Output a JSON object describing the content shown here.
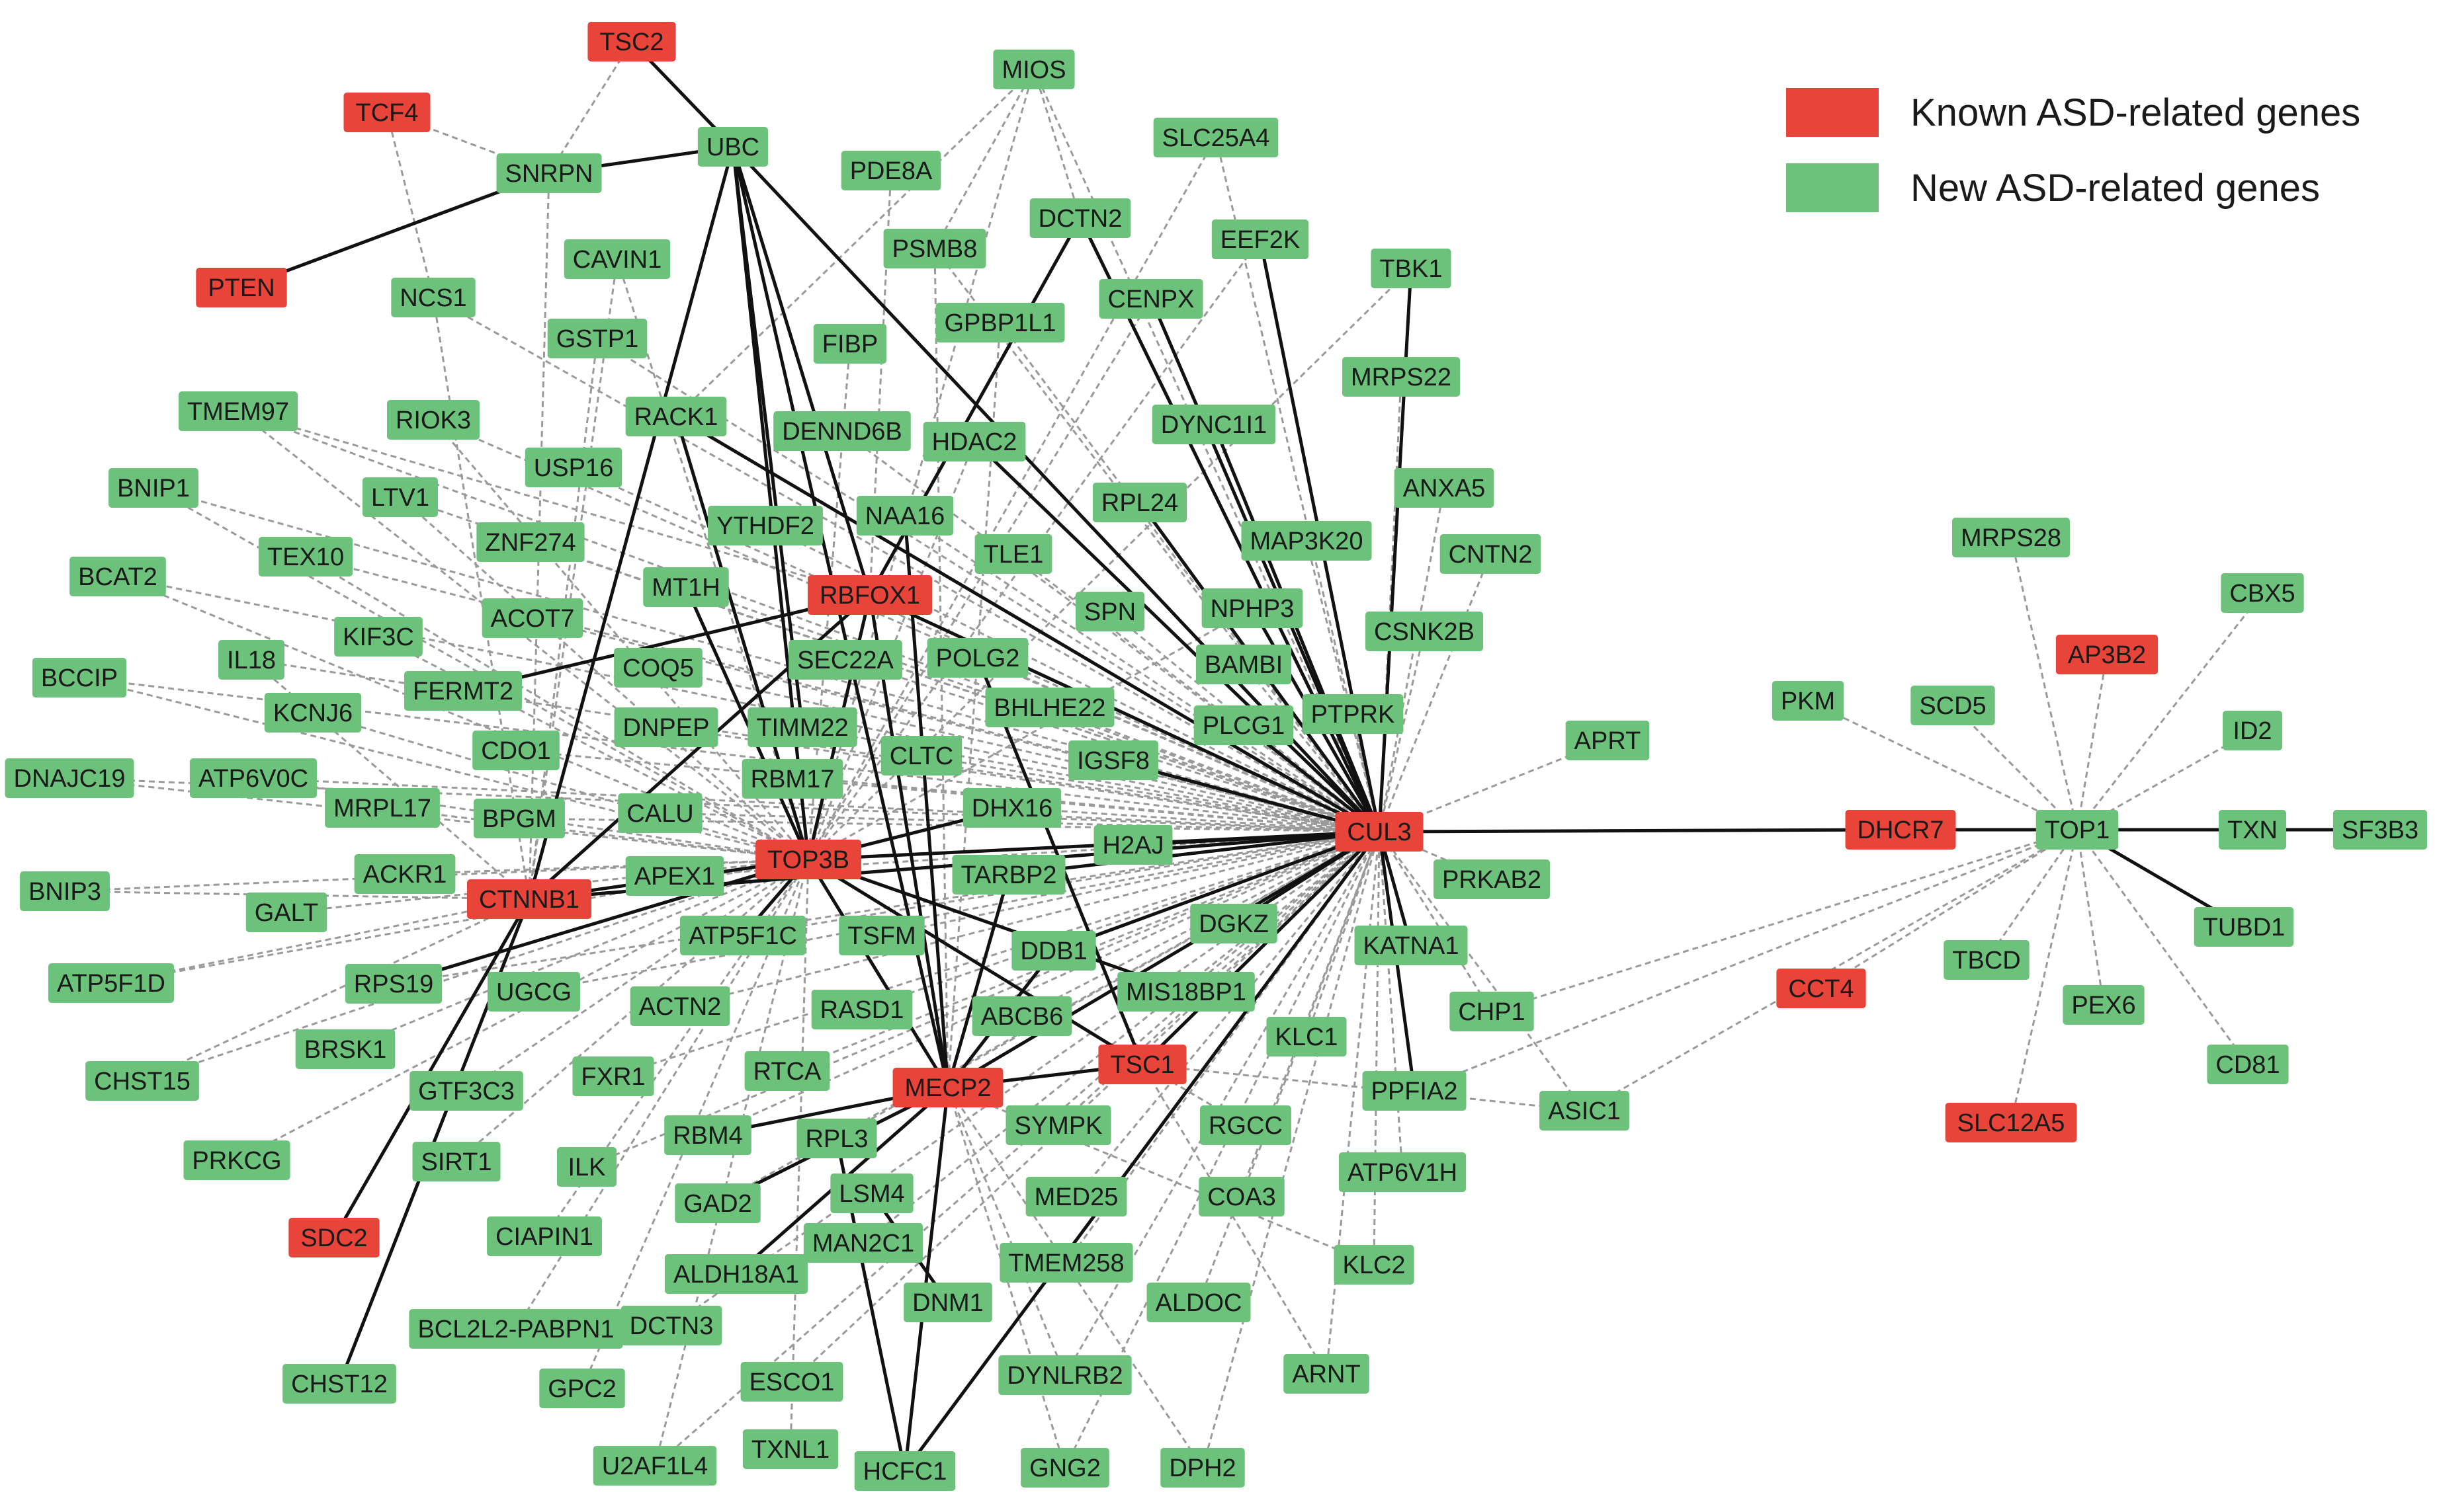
{
  "colors": {
    "known": "#e8443a",
    "new": "#6cc17b",
    "edge_solid": "#111111",
    "edge_dashed": "#9a9a9a"
  },
  "legend": {
    "known": "Known ASD-related genes",
    "new": "New ASD-related genes"
  },
  "nodes": [
    {
      "id": "TSC2",
      "t": "k"
    },
    {
      "id": "TCF4",
      "t": "k"
    },
    {
      "id": "PTEN",
      "t": "k"
    },
    {
      "id": "RBFOX1",
      "t": "k"
    },
    {
      "id": "CTNNB1",
      "t": "k"
    },
    {
      "id": "TOP3B",
      "t": "k"
    },
    {
      "id": "CUL3",
      "t": "k"
    },
    {
      "id": "MECP2",
      "t": "k"
    },
    {
      "id": "TSC1",
      "t": "k"
    },
    {
      "id": "SDC2",
      "t": "k"
    },
    {
      "id": "AP3B2",
      "t": "k"
    },
    {
      "id": "DHCR7",
      "t": "k"
    },
    {
      "id": "CCT4",
      "t": "k"
    },
    {
      "id": "SLC12A5",
      "t": "k"
    },
    {
      "id": "MIOS",
      "t": "n"
    },
    {
      "id": "UBC",
      "t": "n"
    },
    {
      "id": "SNRPN",
      "t": "n"
    },
    {
      "id": "PDE8A",
      "t": "n"
    },
    {
      "id": "SLC25A4",
      "t": "n"
    },
    {
      "id": "DCTN2",
      "t": "n"
    },
    {
      "id": "PSMB8",
      "t": "n"
    },
    {
      "id": "EEF2K",
      "t": "n"
    },
    {
      "id": "CAVIN1",
      "t": "n"
    },
    {
      "id": "NCS1",
      "t": "n"
    },
    {
      "id": "CENPX",
      "t": "n"
    },
    {
      "id": "TBK1",
      "t": "n"
    },
    {
      "id": "GPBP1L1",
      "t": "n"
    },
    {
      "id": "GSTP1",
      "t": "n"
    },
    {
      "id": "FIBP",
      "t": "n"
    },
    {
      "id": "TMEM97",
      "t": "n"
    },
    {
      "id": "MRPS22",
      "t": "n"
    },
    {
      "id": "RIOK3",
      "t": "n"
    },
    {
      "id": "RACK1",
      "t": "n"
    },
    {
      "id": "DENND6B",
      "t": "n"
    },
    {
      "id": "DYNC1I1",
      "t": "n"
    },
    {
      "id": "HDAC2",
      "t": "n"
    },
    {
      "id": "BNIP1",
      "t": "n"
    },
    {
      "id": "USP16",
      "t": "n"
    },
    {
      "id": "ANXA5",
      "t": "n"
    },
    {
      "id": "LTV1",
      "t": "n"
    },
    {
      "id": "RPL24",
      "t": "n"
    },
    {
      "id": "NAA16",
      "t": "n"
    },
    {
      "id": "YTHDF2",
      "t": "n"
    },
    {
      "id": "ZNF274",
      "t": "n"
    },
    {
      "id": "MAP3K20",
      "t": "n"
    },
    {
      "id": "CNTN2",
      "t": "n"
    },
    {
      "id": "TEX10",
      "t": "n"
    },
    {
      "id": "BCAT2",
      "t": "n"
    },
    {
      "id": "TLE1",
      "t": "n"
    },
    {
      "id": "MT1H",
      "t": "n"
    },
    {
      "id": "SPN",
      "t": "n"
    },
    {
      "id": "NPHP3",
      "t": "n"
    },
    {
      "id": "ACOT7",
      "t": "n"
    },
    {
      "id": "KIF3C",
      "t": "n"
    },
    {
      "id": "CSNK2B",
      "t": "n"
    },
    {
      "id": "IL18",
      "t": "n"
    },
    {
      "id": "SEC22A",
      "t": "n"
    },
    {
      "id": "POLG2",
      "t": "n"
    },
    {
      "id": "BAMBI",
      "t": "n"
    },
    {
      "id": "BCCIP",
      "t": "n"
    },
    {
      "id": "COQ5",
      "t": "n"
    },
    {
      "id": "FERMT2",
      "t": "n"
    },
    {
      "id": "KCNJ6",
      "t": "n"
    },
    {
      "id": "BHLHE22",
      "t": "n"
    },
    {
      "id": "PTPRK",
      "t": "n"
    },
    {
      "id": "DNPEP",
      "t": "n"
    },
    {
      "id": "TIMM22",
      "t": "n"
    },
    {
      "id": "PLCG1",
      "t": "n"
    },
    {
      "id": "CDO1",
      "t": "n"
    },
    {
      "id": "CLTC",
      "t": "n"
    },
    {
      "id": "APRT",
      "t": "n"
    },
    {
      "id": "IGSF8",
      "t": "n"
    },
    {
      "id": "DNAJC19",
      "t": "n"
    },
    {
      "id": "ATP6V0C",
      "t": "n"
    },
    {
      "id": "RBM17",
      "t": "n"
    },
    {
      "id": "MRPL17",
      "t": "n"
    },
    {
      "id": "BPGM",
      "t": "n"
    },
    {
      "id": "CALU",
      "t": "n"
    },
    {
      "id": "DHX16",
      "t": "n"
    },
    {
      "id": "H2AJ",
      "t": "n"
    },
    {
      "id": "ACKR1",
      "t": "n"
    },
    {
      "id": "APEX1",
      "t": "n"
    },
    {
      "id": "TARBP2",
      "t": "n"
    },
    {
      "id": "PRKAB2",
      "t": "n"
    },
    {
      "id": "BNIP3",
      "t": "n"
    },
    {
      "id": "GALT",
      "t": "n"
    },
    {
      "id": "ATP5F1C",
      "t": "n"
    },
    {
      "id": "TSFM",
      "t": "n"
    },
    {
      "id": "DGKZ",
      "t": "n"
    },
    {
      "id": "DDB1",
      "t": "n"
    },
    {
      "id": "KATNA1",
      "t": "n"
    },
    {
      "id": "ATP5F1D",
      "t": "n"
    },
    {
      "id": "RPS19",
      "t": "n"
    },
    {
      "id": "UGCG",
      "t": "n"
    },
    {
      "id": "ACTN2",
      "t": "n"
    },
    {
      "id": "MIS18BP1",
      "t": "n"
    },
    {
      "id": "RASD1",
      "t": "n"
    },
    {
      "id": "ABCB6",
      "t": "n"
    },
    {
      "id": "CHP1",
      "t": "n"
    },
    {
      "id": "BRSK1",
      "t": "n"
    },
    {
      "id": "KLC1",
      "t": "n"
    },
    {
      "id": "CHST15",
      "t": "n"
    },
    {
      "id": "FXR1",
      "t": "n"
    },
    {
      "id": "RTCA",
      "t": "n"
    },
    {
      "id": "GTF3C3",
      "t": "n"
    },
    {
      "id": "PPFIA2",
      "t": "n"
    },
    {
      "id": "ASIC1",
      "t": "n"
    },
    {
      "id": "RBM4",
      "t": "n"
    },
    {
      "id": "RPL3",
      "t": "n"
    },
    {
      "id": "SYMPK",
      "t": "n"
    },
    {
      "id": "RGCC",
      "t": "n"
    },
    {
      "id": "PRKCG",
      "t": "n"
    },
    {
      "id": "SIRT1",
      "t": "n"
    },
    {
      "id": "ILK",
      "t": "n"
    },
    {
      "id": "ATP6V1H",
      "t": "n"
    },
    {
      "id": "LSM4",
      "t": "n"
    },
    {
      "id": "GAD2",
      "t": "n"
    },
    {
      "id": "MED25",
      "t": "n"
    },
    {
      "id": "COA3",
      "t": "n"
    },
    {
      "id": "CIAPIN1",
      "t": "n"
    },
    {
      "id": "MAN2C1",
      "t": "n"
    },
    {
      "id": "KLC2",
      "t": "n"
    },
    {
      "id": "ALDH18A1",
      "t": "n"
    },
    {
      "id": "TMEM258",
      "t": "n"
    },
    {
      "id": "ALDOC",
      "t": "n"
    },
    {
      "id": "BCL2L2-PABPN1",
      "t": "n"
    },
    {
      "id": "DCTN3",
      "t": "n"
    },
    {
      "id": "DNM1",
      "t": "n"
    },
    {
      "id": "ARNT",
      "t": "n"
    },
    {
      "id": "CHST12",
      "t": "n"
    },
    {
      "id": "GPC2",
      "t": "n"
    },
    {
      "id": "ESCO1",
      "t": "n"
    },
    {
      "id": "DYNLRB2",
      "t": "n"
    },
    {
      "id": "TXNL1",
      "t": "n"
    },
    {
      "id": "U2AF1L4",
      "t": "n"
    },
    {
      "id": "HCFC1",
      "t": "n"
    },
    {
      "id": "GNG2",
      "t": "n"
    },
    {
      "id": "DPH2",
      "t": "n"
    },
    {
      "id": "MRPS28",
      "t": "n"
    },
    {
      "id": "CBX5",
      "t": "n"
    },
    {
      "id": "PKM",
      "t": "n"
    },
    {
      "id": "SCD5",
      "t": "n"
    },
    {
      "id": "ID2",
      "t": "n"
    },
    {
      "id": "TOP1",
      "t": "n"
    },
    {
      "id": "TXN",
      "t": "n"
    },
    {
      "id": "SF3B3",
      "t": "n"
    },
    {
      "id": "TBCD",
      "t": "n"
    },
    {
      "id": "TUBD1",
      "t": "n"
    },
    {
      "id": "PEX6",
      "t": "n"
    },
    {
      "id": "CD81",
      "t": "n"
    }
  ],
  "solid_edges": [
    [
      "TSC2",
      "UBC"
    ],
    [
      "UBC",
      "SNRPN"
    ],
    [
      "SNRPN",
      "PTEN"
    ],
    [
      "CUL3",
      "DHCR7"
    ],
    [
      "TOP1",
      "TXN"
    ],
    [
      "TXN",
      "SF3B3"
    ],
    [
      "TOP1",
      "TUBD1"
    ],
    [
      "DHCR7",
      "TOP1"
    ],
    [
      "UBC",
      "CTNNB1"
    ],
    [
      "UBC",
      "TOP3B"
    ],
    [
      "UBC",
      "MECP2"
    ],
    [
      "UBC",
      "RBFOX1"
    ],
    [
      "UBC",
      "CUL3"
    ],
    [
      "CTNNB1",
      "SDC2"
    ],
    [
      "CTNNB1",
      "CHST12"
    ],
    [
      "CUL3",
      "MECP2"
    ],
    [
      "CUL3",
      "TOP3B"
    ],
    [
      "CUL3",
      "RBFOX1"
    ],
    [
      "CUL3",
      "TSC1"
    ],
    [
      "CUL3",
      "HCFC1"
    ],
    [
      "CUL3",
      "CTNNB1"
    ],
    [
      "TSC1",
      "MECP2"
    ],
    [
      "TSC1",
      "TOP3B"
    ],
    [
      "RBFOX1",
      "TOP3B"
    ],
    [
      "RBFOX1",
      "MECP2"
    ],
    [
      "TOP3B",
      "MECP2"
    ],
    [
      "MECP2",
      "HCFC1"
    ],
    [
      "MECP2",
      "ALDH18A1"
    ],
    [
      "CUL3",
      "CENPX"
    ],
    [
      "CUL3",
      "EEF2K"
    ],
    [
      "CUL3",
      "DYNC1I1"
    ],
    [
      "CUL3",
      "TBK1"
    ],
    [
      "CUL3",
      "HDAC2"
    ],
    [
      "CUL3",
      "RPL24"
    ],
    [
      "CUL3",
      "DCTN2"
    ],
    [
      "CUL3",
      "KATNA1"
    ],
    [
      "CUL3",
      "PPFIA2"
    ],
    [
      "CUL3",
      "DGKZ"
    ],
    [
      "CUL3",
      "DDB1"
    ],
    [
      "CUL3",
      "PLCG1"
    ],
    [
      "CUL3",
      "TARBP2"
    ],
    [
      "CUL3",
      "H2AJ"
    ],
    [
      "CUL3",
      "IGSF8"
    ],
    [
      "CTNNB1",
      "RBFOX1"
    ],
    [
      "CTNNB1",
      "TOP3B"
    ],
    [
      "RACK1",
      "TOP3B"
    ],
    [
      "RACK1",
      "CUL3"
    ],
    [
      "FERMT2",
      "RBFOX1"
    ],
    [
      "MECP2",
      "TARBP2"
    ],
    [
      "TOP3B",
      "DHX16"
    ],
    [
      "TOP3B",
      "ATP5F1C"
    ],
    [
      "RPS19",
      "TOP3B"
    ],
    [
      "DNM1",
      "LSM4"
    ],
    [
      "HCFC1",
      "RPL3"
    ],
    [
      "TOP3B",
      "MT1H"
    ],
    [
      "NAA16",
      "MECP2"
    ],
    [
      "POLG2",
      "TSC1"
    ],
    [
      "DDB1",
      "MECP2"
    ],
    [
      "MIS18BP1",
      "TOP3B"
    ],
    [
      "CUL3",
      "NPHP3"
    ],
    [
      "UBC",
      "TIMM22"
    ],
    [
      "RBFOX1",
      "DCTN2"
    ],
    [
      "MECP2",
      "RBM4"
    ],
    [
      "MECP2",
      "GAD2"
    ]
  ],
  "dashed_edges": [
    [
      "TSC2",
      "SNRPN"
    ],
    [
      "TCF4",
      "SNRPN"
    ],
    [
      "TCF4",
      "NCS1"
    ],
    [
      "MIOS",
      "DCTN2"
    ],
    [
      "MIOS",
      "CUL3"
    ],
    [
      "MIOS",
      "RACK1"
    ],
    [
      "MIOS",
      "TOP3B"
    ],
    [
      "MIOS",
      "PSMB8"
    ],
    [
      "PDE8A",
      "RBFOX1"
    ],
    [
      "SLC25A4",
      "CUL3"
    ],
    [
      "SLC25A4",
      "TOP3B"
    ],
    [
      "PSMB8",
      "CUL3"
    ],
    [
      "PSMB8",
      "MECP2"
    ],
    [
      "EEF2K",
      "TOP3B"
    ],
    [
      "CAVIN1",
      "CTNNB1"
    ],
    [
      "CAVIN1",
      "TOP3B"
    ],
    [
      "NCS1",
      "CUL3"
    ],
    [
      "NCS1",
      "CTNNB1"
    ],
    [
      "GPBP1L1",
      "CUL3"
    ],
    [
      "GPBP1L1",
      "MECP2"
    ],
    [
      "GSTP1",
      "CTNNB1"
    ],
    [
      "GSTP1",
      "CUL3"
    ],
    [
      "FIBP",
      "TOP3B"
    ],
    [
      "TMEM97",
      "CUL3"
    ],
    [
      "TMEM97",
      "RBFOX1"
    ],
    [
      "TMEM97",
      "TOP3B"
    ],
    [
      "MRPS22",
      "CUL3"
    ],
    [
      "RIOK3",
      "TOP3B"
    ],
    [
      "RIOK3",
      "CUL3"
    ],
    [
      "DENND6B",
      "CUL3"
    ],
    [
      "BNIP1",
      "TOP3B"
    ],
    [
      "BNIP1",
      "CUL3"
    ],
    [
      "USP16",
      "CUL3"
    ],
    [
      "ANXA5",
      "CUL3"
    ],
    [
      "LTV1",
      "TOP3B"
    ],
    [
      "LTV1",
      "CUL3"
    ],
    [
      "NAA16",
      "CUL3"
    ],
    [
      "YTHDF2",
      "CUL3"
    ],
    [
      "ZNF274",
      "CUL3"
    ],
    [
      "MAP3K20",
      "CUL3"
    ],
    [
      "CNTN2",
      "CUL3"
    ],
    [
      "TEX10",
      "TOP3B"
    ],
    [
      "TEX10",
      "CUL3"
    ],
    [
      "BCAT2",
      "TOP3B"
    ],
    [
      "BCAT2",
      "CUL3"
    ],
    [
      "TLE1",
      "CUL3"
    ],
    [
      "MT1H",
      "CUL3"
    ],
    [
      "SPN",
      "CUL3"
    ],
    [
      "NPHP3",
      "TOP3B"
    ],
    [
      "ACOT7",
      "CUL3"
    ],
    [
      "KIF3C",
      "TOP3B"
    ],
    [
      "CSNK2B",
      "CUL3"
    ],
    [
      "IL18",
      "CTNNB1"
    ],
    [
      "IL18",
      "CUL3"
    ],
    [
      "SEC22A",
      "CUL3"
    ],
    [
      "POLG2",
      "CUL3"
    ],
    [
      "BAMBI",
      "CUL3"
    ],
    [
      "BCCIP",
      "TOP3B"
    ],
    [
      "BCCIP",
      "CUL3"
    ],
    [
      "COQ5",
      "CUL3"
    ],
    [
      "KCNJ6",
      "TOP3B"
    ],
    [
      "BHLHE22",
      "CUL3"
    ],
    [
      "PTPRK",
      "CUL3"
    ],
    [
      "DNPEP",
      "CUL3"
    ],
    [
      "TIMM22",
      "CUL3"
    ],
    [
      "CDO1",
      "CUL3"
    ],
    [
      "CLTC",
      "CUL3"
    ],
    [
      "APRT",
      "CUL3"
    ],
    [
      "DNAJC19",
      "TOP3B"
    ],
    [
      "DNAJC19",
      "CUL3"
    ],
    [
      "ATP6V0C",
      "TOP3B"
    ],
    [
      "ATP6V0C",
      "CUL3"
    ],
    [
      "RBM17",
      "CUL3"
    ],
    [
      "MRPL17",
      "TOP3B"
    ],
    [
      "BPGM",
      "CUL3"
    ],
    [
      "CALU",
      "CUL3"
    ],
    [
      "DHX16",
      "CUL3"
    ],
    [
      "ACKR1",
      "TOP3B"
    ],
    [
      "APEX1",
      "CUL3"
    ],
    [
      "PRKAB2",
      "CUL3"
    ],
    [
      "BNIP3",
      "TOP3B"
    ],
    [
      "BNIP3",
      "CTNNB1"
    ],
    [
      "GALT",
      "TOP3B"
    ],
    [
      "ATP5F1C",
      "CUL3"
    ],
    [
      "TSFM",
      "CUL3"
    ],
    [
      "ATP5F1D",
      "TOP3B"
    ],
    [
      "ATP5F1D",
      "CTNNB1"
    ],
    [
      "RPS19",
      "CUL3"
    ],
    [
      "UGCG",
      "CUL3"
    ],
    [
      "ACTN2",
      "CUL3"
    ],
    [
      "MIS18BP1",
      "CUL3"
    ],
    [
      "RASD1",
      "CUL3"
    ],
    [
      "ABCB6",
      "CUL3"
    ],
    [
      "CHP1",
      "CUL3"
    ],
    [
      "BRSK1",
      "TOP3B"
    ],
    [
      "KLC1",
      "CUL3"
    ],
    [
      "CHST15",
      "TOP3B"
    ],
    [
      "CHST15",
      "CTNNB1"
    ],
    [
      "FXR1",
      "CUL3"
    ],
    [
      "RTCA",
      "CUL3"
    ],
    [
      "GTF3C3",
      "TOP3B"
    ],
    [
      "ASIC1",
      "CUL3"
    ],
    [
      "ASIC1",
      "TSC1"
    ],
    [
      "RBM4",
      "CUL3"
    ],
    [
      "RPL3",
      "CUL3"
    ],
    [
      "SYMPK",
      "CUL3"
    ],
    [
      "RGCC",
      "TSC1"
    ],
    [
      "PRKCG",
      "TOP3B"
    ],
    [
      "SIRT1",
      "TOP3B"
    ],
    [
      "ILK",
      "CUL3"
    ],
    [
      "ATP6V1H",
      "CUL3"
    ],
    [
      "GAD2",
      "CUL3"
    ],
    [
      "MED25",
      "CUL3"
    ],
    [
      "COA3",
      "CUL3"
    ],
    [
      "CIAPIN1",
      "TOP3B"
    ],
    [
      "MAN2C1",
      "CUL3"
    ],
    [
      "KLC2",
      "CUL3"
    ],
    [
      "KLC2",
      "MECP2"
    ],
    [
      "TMEM258",
      "CUL3"
    ],
    [
      "ALDOC",
      "CUL3"
    ],
    [
      "BCL2L2-PABPN1",
      "TOP3B"
    ],
    [
      "DCTN3",
      "CUL3"
    ],
    [
      "ARNT",
      "CUL3"
    ],
    [
      "ARNT",
      "TSC1"
    ],
    [
      "GPC2",
      "TOP3B"
    ],
    [
      "ESCO1",
      "CUL3"
    ],
    [
      "DYNLRB2",
      "CUL3"
    ],
    [
      "DYNLRB2",
      "MECP2"
    ],
    [
      "TXNL1",
      "TOP3B"
    ],
    [
      "U2AF1L4",
      "TOP3B"
    ],
    [
      "U2AF1L4",
      "CUL3"
    ],
    [
      "GNG2",
      "CUL3"
    ],
    [
      "GNG2",
      "MECP2"
    ],
    [
      "DPH2",
      "CUL3"
    ],
    [
      "DPH2",
      "MECP2"
    ],
    [
      "TBK1",
      "TOP3B"
    ],
    [
      "CENPX",
      "TOP3B"
    ],
    [
      "HDAC2",
      "TOP3B"
    ],
    [
      "SNRPN",
      "CTNNB1"
    ],
    [
      "DHCR7",
      "TOP1"
    ],
    [
      "MRPS28",
      "TOP1"
    ],
    [
      "CBX5",
      "TOP1"
    ],
    [
      "AP3B2",
      "TOP1"
    ],
    [
      "PKM",
      "TOP1"
    ],
    [
      "SCD5",
      "TOP1"
    ],
    [
      "ID2",
      "TOP1"
    ],
    [
      "TBCD",
      "TOP1"
    ],
    [
      "PEX6",
      "TOP1"
    ],
    [
      "CD81",
      "TOP1"
    ],
    [
      "CCT4",
      "TOP1"
    ],
    [
      "SLC12A5",
      "TOP1"
    ],
    [
      "TOP1",
      "CHP1"
    ],
    [
      "TOP1",
      "PPFIA2"
    ],
    [
      "TOP1",
      "ASIC1"
    ]
  ]
}
